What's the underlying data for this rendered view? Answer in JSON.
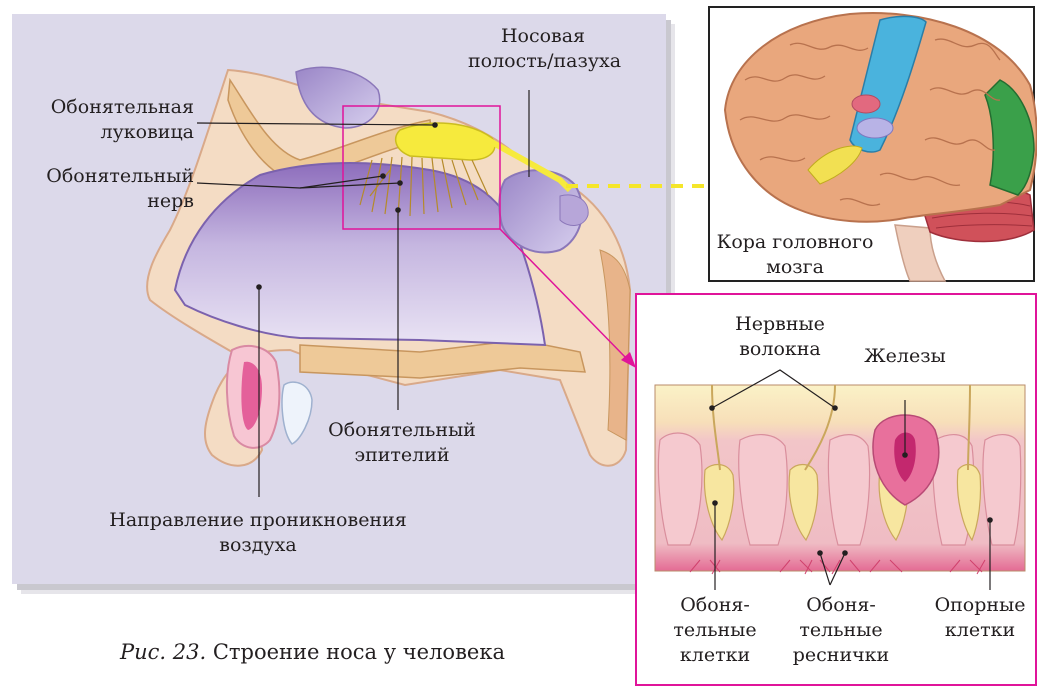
{
  "labels": {
    "olfactory_bulb": [
      "Обонятельная",
      "луковица"
    ],
    "olfactory_nerve": [
      "Обонятельный",
      "нерв"
    ],
    "nasal_cavity": [
      "Носовая",
      "полость/пазуха"
    ],
    "olfactory_epithelium": [
      "Обонятельный",
      "эпителий"
    ],
    "air_direction": [
      "Направление проникновения",
      "воздуха"
    ],
    "brain_cortex": [
      "Кора головного",
      "мозга"
    ],
    "nerve_fibers": [
      "Нервные",
      "волокна"
    ],
    "glands": "Железы",
    "olfactory_cells": [
      "Обоня-",
      "тельные",
      "клетки"
    ],
    "olfactory_cilia": [
      "Обоня-",
      "тельные",
      "реснички"
    ],
    "support_cells": [
      "Опорные",
      "клетки"
    ]
  },
  "caption": {
    "prefix": "Рис. 23.",
    "text": " Строение носа у человека"
  },
  "colors": {
    "background_panel": "#dcd9ea",
    "highlight_frame": "#e0149a",
    "arrow": "#f5e62a",
    "cortex": "#e9a77d",
    "motor_area": "#4ab3dd",
    "frontal_area": "#3aa04a",
    "cerebellum": "#d0515a"
  }
}
